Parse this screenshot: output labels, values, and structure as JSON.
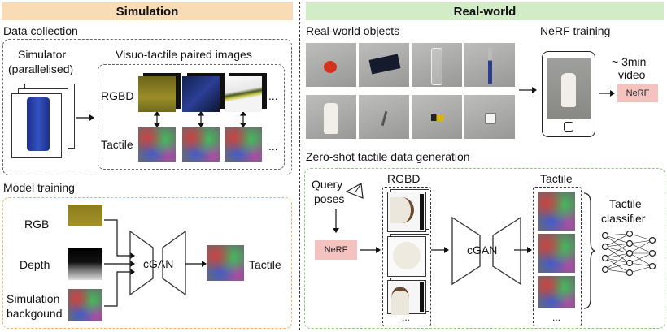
{
  "headers": {
    "simulation": "Simulation",
    "real_world": "Real-world"
  },
  "sim": {
    "data_collection": "Data collection",
    "simulator_line1": "Simulator",
    "simulator_line2": "(parallelised)",
    "visuo_tactile": "Visuo-tactile paired images",
    "rgbd": "RGBD",
    "tactile": "Tactile",
    "ellipsis": "...",
    "model_training": "Model training",
    "rgb": "RGB",
    "depth": "Depth",
    "sim_bg_line1": "Simulation",
    "sim_bg_line2": "backgound",
    "cgan": "cGAN",
    "tactile_out": "Tactile"
  },
  "real": {
    "real_objects": "Real-world objects",
    "nerf_training": "NeRF training",
    "video_line1": "~ 3min",
    "video_line2": "video",
    "nerf": "NeRF",
    "zero_shot": "Zero-shot tactile data generation",
    "query_line1": "Query",
    "query_line2": "poses",
    "nerf2": "NeRF",
    "rgbd": "RGBD",
    "cgan": "cGAN",
    "tactile": "Tactile",
    "classifier_line1": "Tactile",
    "classifier_line2": "classifier",
    "ellipsis": "..."
  },
  "colors": {
    "sim_header": "#f9dcb6",
    "real_header": "#d2ecc7",
    "nerf_box": "#f4c3c0",
    "orange_dash": "#f0b56a",
    "green_dash": "#8bc97d"
  }
}
